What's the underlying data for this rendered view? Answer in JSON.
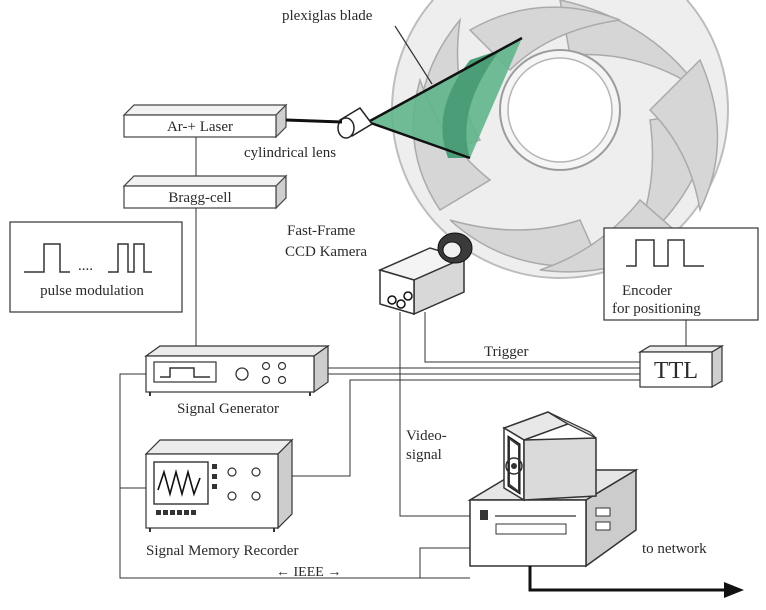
{
  "labels": {
    "plexiglas_blade": "plexiglas blade",
    "laser": "Ar-+ Laser",
    "cylindrical_lens": "cylindrical lens",
    "bragg_cell": "Bragg-cell",
    "pulse_dots": "....",
    "pulse_modulation": "pulse modulation",
    "camera_line1": "Fast-Frame",
    "camera_line2": "CCD Kamera",
    "encoder_line1": "Encoder",
    "encoder_line2": "for positioning",
    "trigger": "Trigger",
    "ttl": "TTL",
    "signal_generator": "Signal Generator",
    "video_line1": "Video-",
    "video_line2": "signal",
    "signal_memory_recorder": "Signal Memory Recorder",
    "ieee": "← IEEE →",
    "to_network": "to network"
  },
  "colors": {
    "light_sheet": "#5fb58c",
    "line": "#333333",
    "impeller": "#d9d9d9"
  }
}
